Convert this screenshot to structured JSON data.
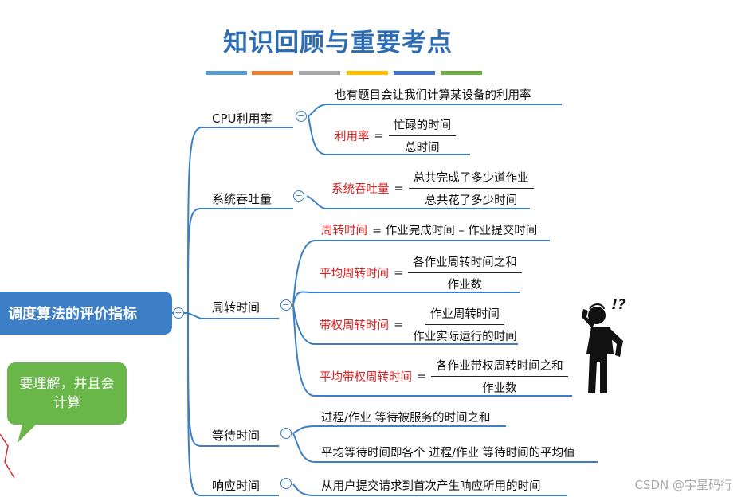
{
  "title": "知识回顾与重要考点",
  "color_bars": [
    "#5b9bd5",
    "#ed7d31",
    "#a5a5a5",
    "#ffc000",
    "#4472c4",
    "#70ad47"
  ],
  "root": "调度算法的评价指标",
  "note": "要理解，并且会计算",
  "branches": {
    "cpu": {
      "label": "CPU利用率",
      "leaf1": "也有题目会让我们计算某设备的利用率",
      "formula": {
        "name": "利用率",
        "eq": "=",
        "num": "忙碌的时间",
        "den": "总时间"
      }
    },
    "throughput": {
      "label": "系统吞吐量",
      "formula": {
        "name": "系统吞吐量",
        "eq": "=",
        "num": "总共完成了多少道作业",
        "den": "总共花了多少时间"
      }
    },
    "turnaround": {
      "label": "周转时间",
      "f1": {
        "name": "周转时间",
        "rest": "= 作业完成时间 – 作业提交时间"
      },
      "f2": {
        "name": "平均周转时间",
        "eq": "=",
        "num": "各作业周转时间之和",
        "den": "作业数"
      },
      "f3": {
        "name": "带权周转时间",
        "eq": "=",
        "num": "作业周转时间",
        "den": "作业实际运行的时间"
      },
      "f4": {
        "name": "平均带权周转时间",
        "eq": "=",
        "num": "各作业带权周转时间之和",
        "den": "作业数"
      }
    },
    "waiting": {
      "label": "等待时间",
      "leaf1": "进程/作业 等待被服务的时间之和",
      "leaf2": "平均等待时间即各个 进程/作业 等待时间的平均值"
    },
    "response": {
      "label": "响应时间",
      "leaf1": "从用户提交请求到首次产生响应所用的时间"
    }
  },
  "collapse_symbol": "−",
  "figure_mark": "!?",
  "watermark": "CSDN @宇星码行"
}
